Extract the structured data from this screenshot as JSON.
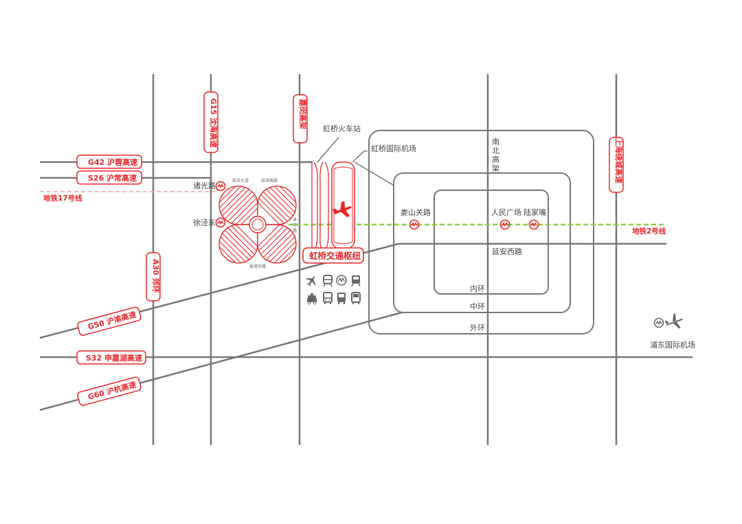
{
  "colors": {
    "accent": "#e8262b",
    "road": "#777777",
    "metro2": "#8ccf3f",
    "metro17": "#e8a3a3"
  },
  "highways": {
    "g42": "G42 沪蓉高速",
    "s26": "S26 沪常高速",
    "g15": "G15 沈海高速",
    "jiamin": "嘉闵高架",
    "a30": "A30 郊环",
    "g50": "G50 沪渝高速",
    "s32": "S32 申嘉湖高速",
    "g60": "G60 沪杭高速",
    "shanghai_outer": "上海绕城高速"
  },
  "metro": {
    "line17": "地铁17号线",
    "line2": "地铁2号线"
  },
  "stations": {
    "zhuguang": "诸光路",
    "xujingdong": "徐泾东",
    "loushanguan": "娄山关路",
    "renminguangchang": "人民广场",
    "lujiazui": "陆家嘴"
  },
  "places": {
    "hongqiao_rail": "虹桥火车站",
    "hongqiao_airport": "虹桥国际机场",
    "hub": "虹桥交通枢纽",
    "pudong_airport": "浦东国际机场",
    "nanbei": "南北高架",
    "yanan": "延安西路",
    "inner_ring": "内环",
    "middle_ring": "中环",
    "outer_ring": "外环",
    "venue_top_left": "崧泽大道",
    "venue_top_right": "崧泽高架",
    "venue_bottom": "盈港东路",
    "venue_side": "涞港路"
  },
  "transport_icons": [
    "plane-icon",
    "train-icon",
    "metro-icon",
    "rail-icon",
    "taxi-icon",
    "bus-icon",
    "coach-icon",
    "shuttle-icon"
  ]
}
